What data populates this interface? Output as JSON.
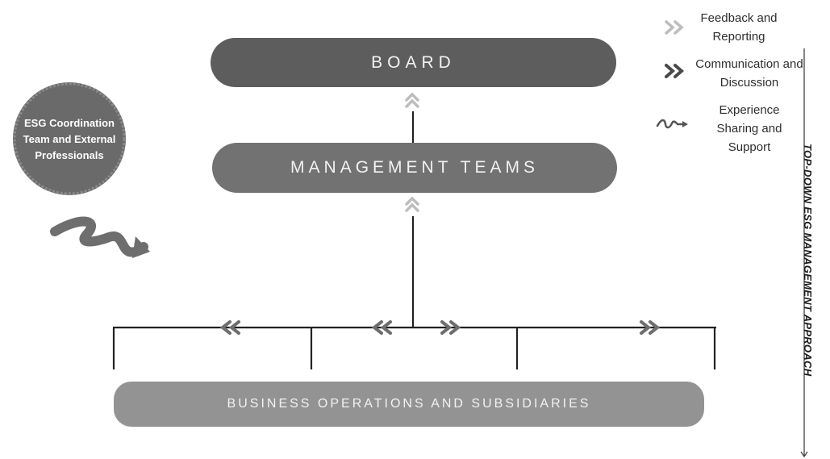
{
  "nodes": {
    "board": "BOARD",
    "management": "MANAGEMENT TEAMS",
    "business": "BUSINESS OPERATIONS AND SUBSIDIARIES",
    "coordination": "ESG Coordination Team and External Professionals"
  },
  "legend": {
    "feedback": "Feedback and Reporting",
    "communication": "Communication and Discussion",
    "experience": "Experience Sharing and Support"
  },
  "side_title": "TOP-DOWN ESG MANAGEMENT APPROACH",
  "colors": {
    "board": "#5d5d5d",
    "management": "#727272",
    "business": "#939393",
    "feedback_arrow": "#bdbdbd",
    "communication_arrow": "#6e6e6e",
    "lines": "#222222"
  },
  "icons": {
    "feedback": "double-chevron-up-light-icon",
    "communication": "double-chevron-dark-icon",
    "experience": "squiggle-arrow-icon"
  }
}
